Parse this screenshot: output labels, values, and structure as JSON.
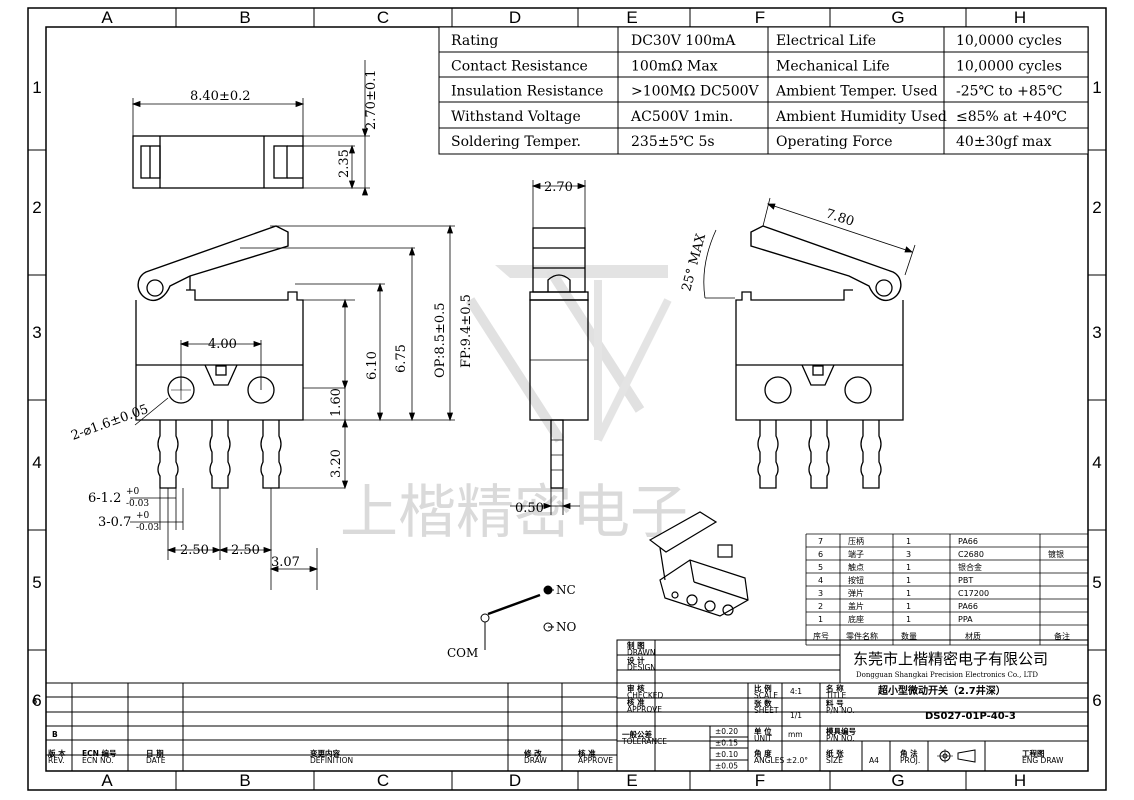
{
  "zones": {
    "columns": [
      "A",
      "B",
      "C",
      "D",
      "E",
      "F",
      "G",
      "H"
    ],
    "rows": [
      "1",
      "2",
      "3",
      "4",
      "5",
      "6"
    ]
  },
  "specs": [
    [
      "Rating",
      "DC30V 100mA",
      "Electrical Life",
      "10,0000 cycles"
    ],
    [
      "Contact Resistance",
      "100mΩ Max",
      "Mechanical Life",
      "10,0000 cycles"
    ],
    [
      "Insulation Resistance",
      ">100MΩ DC500V",
      "Ambient Temper. Used",
      "-25℃ to +85℃"
    ],
    [
      "Withstand Voltage",
      "AC500V 1min.",
      "Ambient Humidity Used",
      "≤85% at +40℃"
    ],
    [
      "Soldering Temper.",
      "235±5℃ 5s",
      "Operating Force",
      "40±30gf max"
    ]
  ],
  "dims": {
    "width_top": "8.40±0.2",
    "height_top": "2.70±0.1",
    "h235": "2.35",
    "side_width": "2.70",
    "lever_len": "7.80",
    "angle": "25° MAX",
    "hole_pitch": "4.00",
    "h610": "6.10",
    "h675": "6.75",
    "op": "OP:8.5±0.5",
    "fp": "FP:9.4±0.5",
    "h160": "1.60",
    "h320": "3.20",
    "holes": "2-⌀1.6±0.05",
    "pin_w": "6-1.2",
    "pin_w_tol_up": "+0",
    "pin_w_tol_dn": "-0.03",
    "pin_t": "3-0.7",
    "pin_t_tol_up": "+0",
    "pin_t_tol_dn": "-0.03",
    "pitch1": "2.50",
    "pitch2": "2.50",
    "offset": "3.07",
    "thick": "0.50"
  },
  "schematic": {
    "nc": "NC",
    "no": "NO",
    "com": "COM"
  },
  "watermark": "上楷精密电子",
  "bom": {
    "headers": [
      "序号",
      "零件名称",
      "数量",
      "材质",
      "备注"
    ],
    "rows": [
      [
        "7",
        "压柄",
        "1",
        "PA66",
        ""
      ],
      [
        "6",
        "端子",
        "3",
        "C2680",
        "镀银"
      ],
      [
        "5",
        "触点",
        "1",
        "银合金",
        ""
      ],
      [
        "4",
        "按钮",
        "1",
        "PBT",
        ""
      ],
      [
        "3",
        "弹片",
        "1",
        "C17200",
        ""
      ],
      [
        "2",
        "盖片",
        "1",
        "PA66",
        ""
      ],
      [
        "1",
        "底座",
        "1",
        "PPA",
        ""
      ]
    ]
  },
  "company": {
    "name_cn": "东莞市上楷精密电子有限公司",
    "name_en": "Dongguan Shangkai Precision Electronics Co., LTD"
  },
  "titleblock": {
    "drawn": [
      "制 图",
      "DRAWN"
    ],
    "design": [
      "设 计",
      "DESIGN"
    ],
    "checked": [
      "审 核",
      "CHECKED"
    ],
    "approve": [
      "核 准",
      "APPROVE"
    ],
    "scale": [
      "比 例",
      "SCALE"
    ],
    "scale_val": "4:1",
    "title_lbl": [
      "名 称",
      "TITLE"
    ],
    "title_val": "超小型微动开关（2.7井深）",
    "sheet": [
      "张 数",
      "SHEET"
    ],
    "sheet_val": "1/1",
    "pn": [
      "料 号",
      "P/N NO."
    ],
    "pn_val": "DS027-01P-40-3",
    "tolerance": [
      "一般公差",
      "TOLERANCE"
    ],
    "tol_vals": [
      "±0.20",
      "±0.15",
      "±0.10",
      "±0.05"
    ],
    "unit": [
      "单 位",
      "UNIT"
    ],
    "unit_val": "mm",
    "mold": [
      "模具编号",
      "P/N NO."
    ],
    "angles": [
      "角 度",
      "ANGLES"
    ],
    "angle_val": "±2.0°",
    "size": [
      "纸 张",
      "SIZE"
    ],
    "size_val": "A4",
    "proj": [
      "角 法",
      "PROJ."
    ],
    "engdraw": [
      "工程图",
      "ENG DRAW"
    ],
    "rev": [
      "版 本",
      "REV."
    ],
    "ecn": [
      "ECN 编号",
      "ECN NO."
    ],
    "date": [
      "日 期",
      "DATE"
    ],
    "def": [
      "变更内容",
      "DEFINITION"
    ],
    "draw": [
      "修 改",
      "DRAW"
    ],
    "approve2": [
      "核 准",
      "APPROVE"
    ],
    "rev_b": "B",
    "row6": "6"
  }
}
